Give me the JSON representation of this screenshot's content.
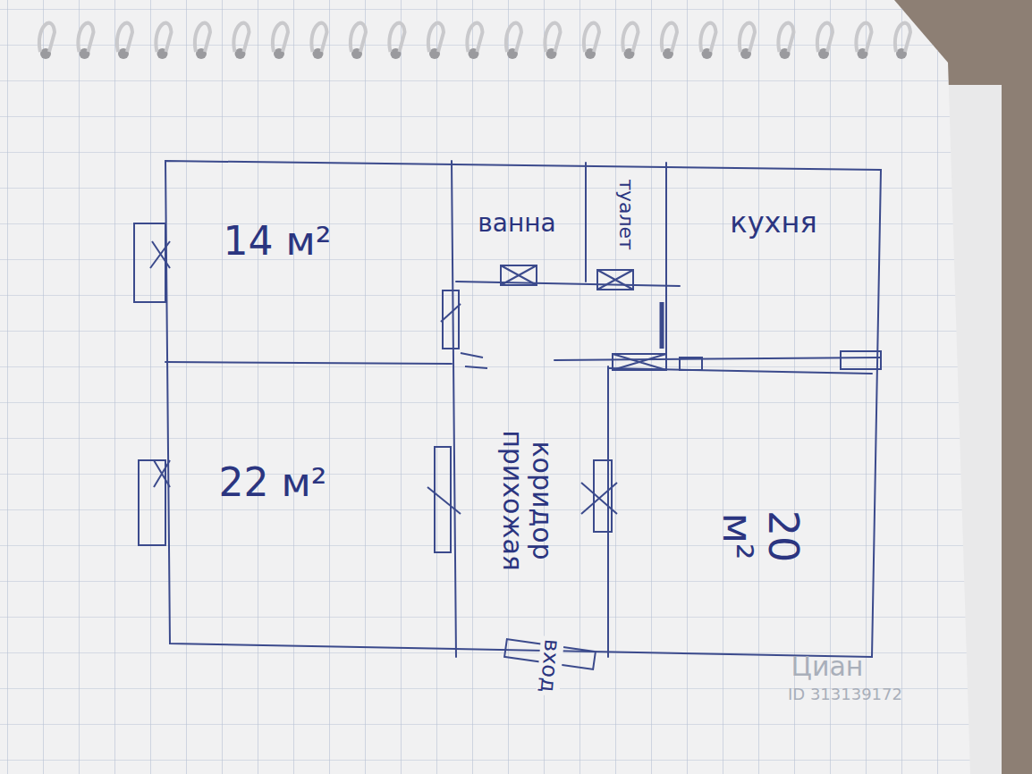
{
  "diagram": {
    "nodes": [
      {
        "text": [
          "14 м²"
        ]
      },
      {
        "text": [
          "ванна"
        ]
      },
      {
        "text": [
          "туалет"
        ]
      },
      {
        "text": [
          "кухня"
        ]
      },
      {
        "text": [
          "22 м²"
        ]
      },
      {
        "text": [
          "коридор прихожая"
        ]
      },
      {
        "text": [
          "20 м²"
        ]
      }
    ],
    "labels": [
      "вход",
      "Циан",
      "ID 313139172"
    ]
  }
}
